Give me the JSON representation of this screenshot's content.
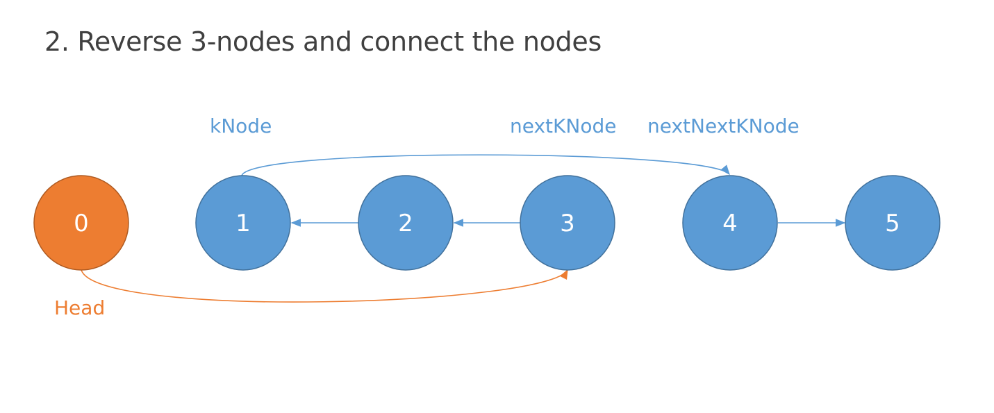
{
  "title": "2. Reverse 3-nodes and connect the nodes",
  "colors": {
    "blue": "#5b9bd5",
    "blue_stroke": "#41719c",
    "orange": "#ed7d31",
    "orange_stroke": "#ae5a21",
    "title_text": "#404040"
  },
  "nodes": [
    {
      "label": "0",
      "color": "orange"
    },
    {
      "label": "1",
      "color": "blue"
    },
    {
      "label": "2",
      "color": "blue"
    },
    {
      "label": "3",
      "color": "blue"
    },
    {
      "label": "4",
      "color": "blue"
    },
    {
      "label": "5",
      "color": "blue"
    }
  ],
  "pointers": [
    {
      "label": "kNode",
      "color": "blue"
    },
    {
      "label": "nextKNode",
      "color": "blue"
    },
    {
      "label": "nextNextKNode",
      "color": "blue"
    },
    {
      "label": "Head",
      "color": "orange"
    }
  ],
  "edges": [
    {
      "from": "2",
      "to": "1",
      "color": "blue"
    },
    {
      "from": "3",
      "to": "2",
      "color": "blue"
    },
    {
      "from": "4",
      "to": "5",
      "color": "blue"
    },
    {
      "from": "1",
      "to": "4",
      "color": "blue"
    },
    {
      "from": "0",
      "to": "3",
      "color": "orange"
    }
  ]
}
